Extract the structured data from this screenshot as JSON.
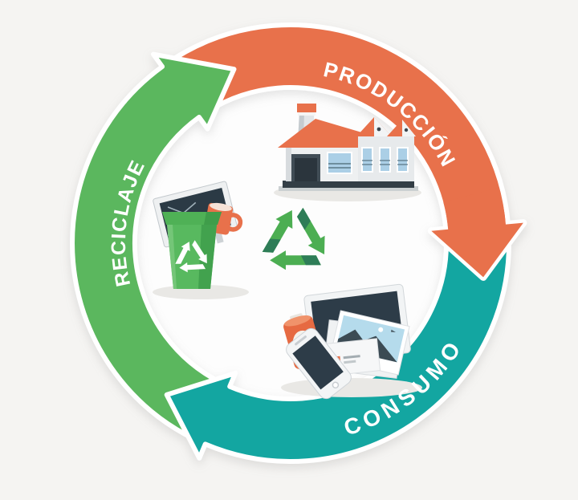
{
  "page": {
    "background_color": "#f5f4f2",
    "inner_circle_color": "#fdfdfd"
  },
  "cycle": {
    "type": "circular-process-diagram",
    "direction": "clockwise",
    "label_text_color": "#ffffff",
    "segments": [
      {
        "id": "produccion",
        "label": "PRODUCCIÓN",
        "color": "#e8714b",
        "arc_position": "top-right",
        "illustration": "factory"
      },
      {
        "id": "consumo",
        "label": "CONSUMO",
        "color": "#13a6a1",
        "arc_position": "bottom",
        "illustration": "electronic-devices"
      },
      {
        "id": "reciclaje",
        "label": "RECICLAJE",
        "color": "#5bb75e",
        "arc_position": "left",
        "illustration": "recycling-bin"
      }
    ],
    "center_icon": {
      "name": "recycling-symbol",
      "light_green": "#4cae52",
      "dark_green": "#2e7d57"
    }
  }
}
